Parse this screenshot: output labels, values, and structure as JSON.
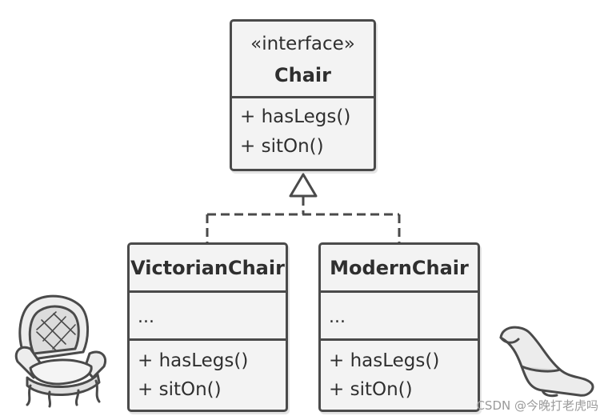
{
  "interface_box": {
    "stereotype": "«interface»",
    "name": "Chair",
    "methods": [
      "+ hasLegs()",
      "+ sitOn()"
    ]
  },
  "classes": [
    {
      "name": "VictorianChair",
      "fields": "...",
      "methods": [
        "+ hasLegs()",
        "+ sitOn()"
      ]
    },
    {
      "name": "ModernChair",
      "fields": "...",
      "methods": [
        "+ hasLegs()",
        "+ sitOn()"
      ]
    }
  ],
  "illustrations": {
    "left": "victorian-armchair-icon",
    "right": "modern-curved-chair-icon"
  },
  "watermark": "CSDN @今晚打老虎吗"
}
